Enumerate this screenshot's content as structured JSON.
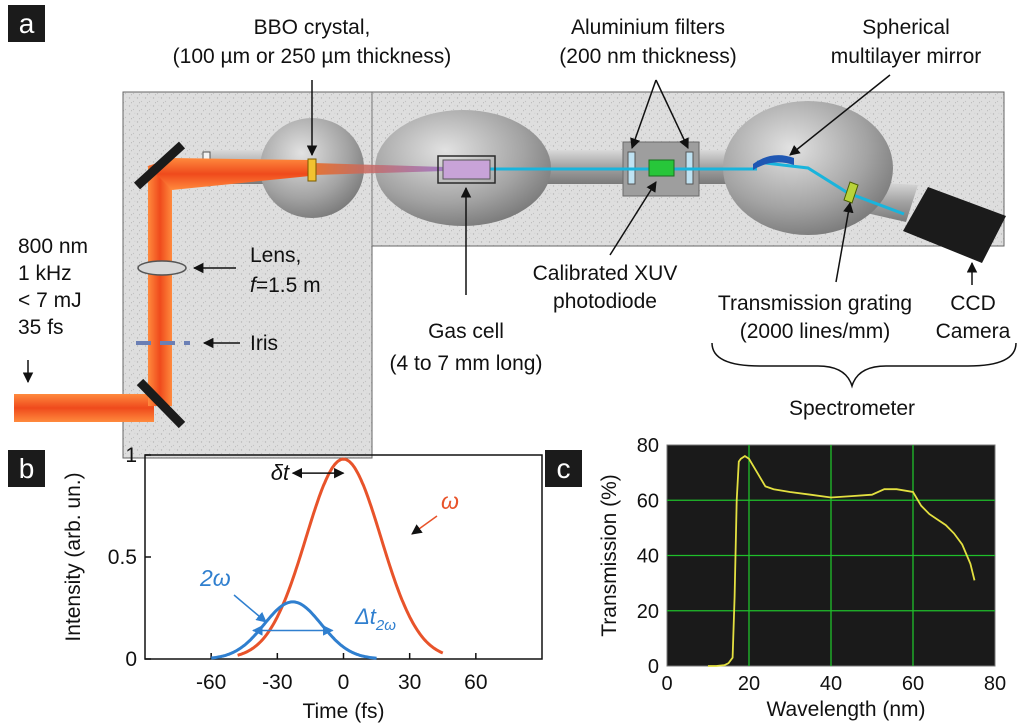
{
  "panels": {
    "a": "a",
    "b": "b",
    "c": "c"
  },
  "labels": {
    "bbo_line1": "BBO crystal,",
    "bbo_line2": "(100 µm or 250 µm thickness)",
    "alu_line1": "Aluminium filters",
    "alu_line2": "(200 nm thickness)",
    "mirror_line1": "Spherical",
    "mirror_line2": "multilayer mirror",
    "laser_line1": "800 nm",
    "laser_line2": "1 kHz",
    "laser_line3": "< 7 mJ",
    "laser_line4": "35 fs",
    "lens_line1": "Lens,",
    "lens_f": "f",
    "lens_line2": "=1.5 m",
    "iris": "Iris",
    "xuv_line1": "Calibrated XUV",
    "xuv_line2": "photodiode",
    "gas_line1": "Gas cell",
    "gas_line2": "(4 to 7 mm long)",
    "grating_line1": "Transmission grating",
    "grating_line2": "(2000 lines/mm)",
    "ccd_line1": "CCD",
    "ccd_line2": "Camera",
    "spectrometer": "Spectrometer"
  },
  "chart_data": [
    {
      "type": "line",
      "xlabel": "Time (fs)",
      "ylabel": "Intensity (arb. un.)",
      "xlim": [
        -90,
        90
      ],
      "ylim": [
        0,
        1
      ],
      "xticks": [
        "-60",
        "-30",
        "0",
        "30",
        "60"
      ],
      "yticks": [
        "0",
        "0.5",
        "1"
      ],
      "series": [
        {
          "name": "ω",
          "color": "#e8532a",
          "center": 0,
          "amplitude": 0.98,
          "x_range": [
            -48,
            45
          ]
        },
        {
          "name": "2ω",
          "color": "#2f7fcf",
          "center": -23,
          "amplitude": 0.28,
          "x_range": [
            -60,
            15
          ]
        }
      ],
      "annotations": [
        {
          "text": "δt",
          "x_from": -23,
          "x_to": 0,
          "y": 0.96
        },
        {
          "text": "Δt",
          "subscript": "2ω",
          "x_from": -41,
          "x_to": -5,
          "y": 0.14
        }
      ]
    },
    {
      "type": "line",
      "xlabel": "Wavelength (nm)",
      "ylabel": "Transmission (%)",
      "xlim": [
        0,
        80
      ],
      "ylim": [
        0,
        80
      ],
      "xticks": [
        "0",
        "20",
        "40",
        "60",
        "80"
      ],
      "yticks": [
        "0",
        "20",
        "40",
        "60",
        "80"
      ],
      "grid": true,
      "background": "#1a1a1a",
      "grid_color": "#1fbf2a",
      "series": [
        {
          "name": "",
          "color": "#e3e040",
          "x": [
            10,
            12,
            14,
            15,
            16,
            16.5,
            17,
            17.5,
            18,
            19,
            20,
            22,
            24,
            26,
            30,
            35,
            40,
            45,
            50,
            53,
            56,
            60,
            62,
            64,
            66,
            68,
            70,
            72,
            74,
            75
          ],
          "y": [
            0,
            0,
            0.3,
            1,
            3,
            25,
            60,
            74,
            75,
            76,
            75,
            70,
            65,
            64,
            63,
            62,
            61,
            61.5,
            62,
            64,
            64,
            63,
            58,
            55,
            53,
            51,
            48,
            44,
            37,
            31
          ]
        }
      ]
    }
  ]
}
